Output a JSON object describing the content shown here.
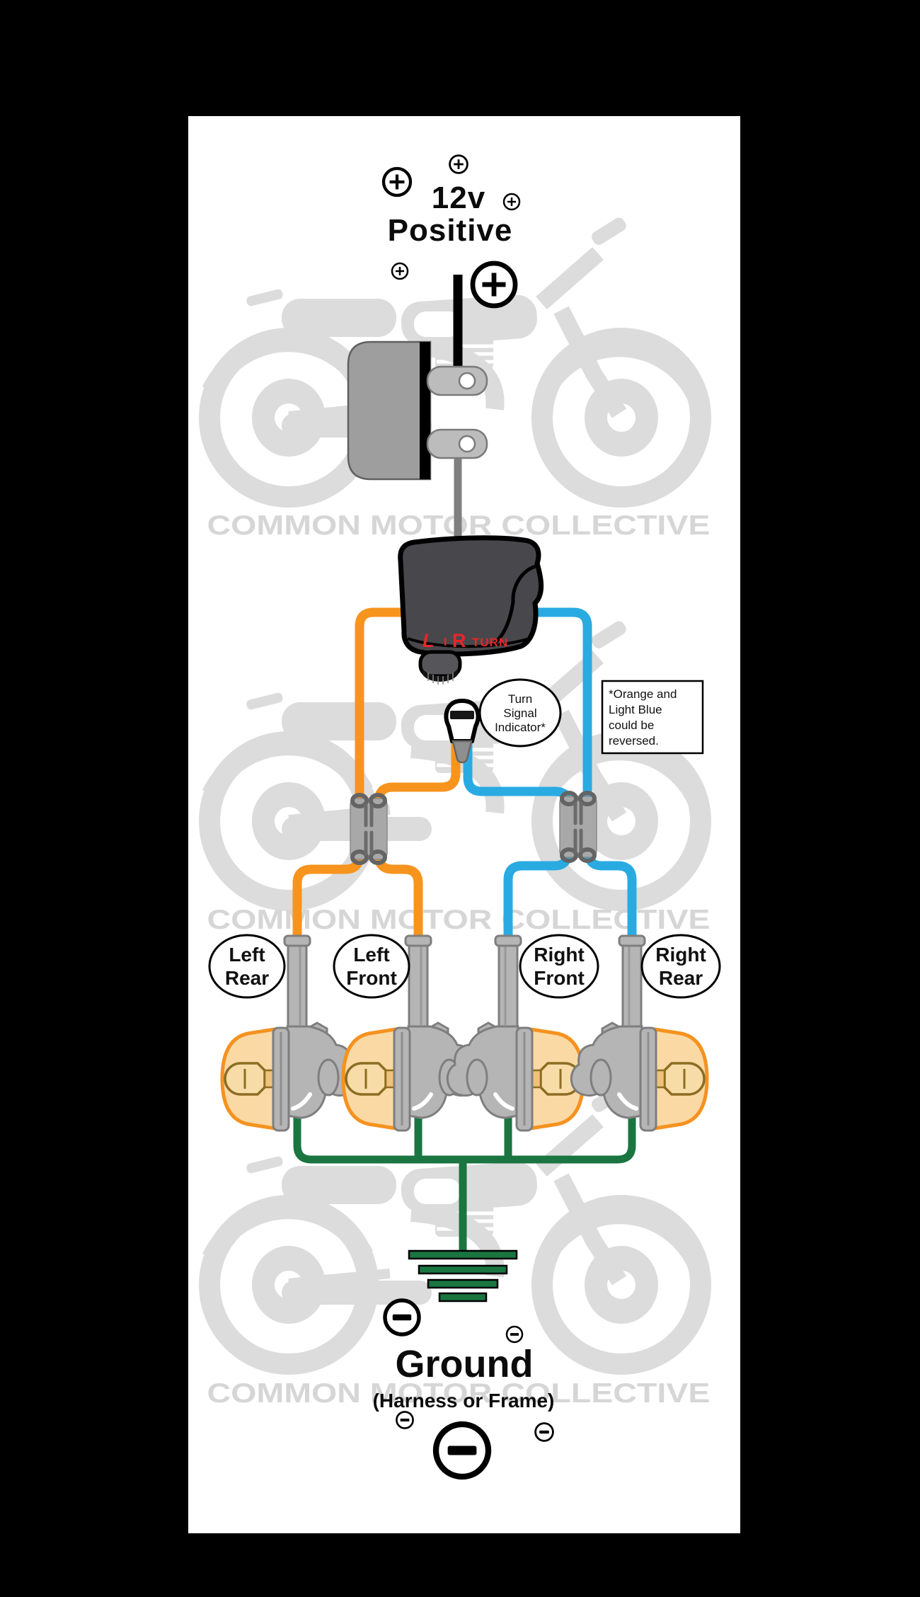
{
  "colors": {
    "canvas": "#000000",
    "panel": "#ffffff",
    "silhouette": "#DCDCDC",
    "watermark": "#D6D6D6",
    "orange": "#F7941E",
    "blue": "#29ABE2",
    "green": "#1A7540",
    "wire_gray": "#7F7F7F",
    "red": "#E62628",
    "metal": "#B5B5B5",
    "metal_stroke": "#7E7E7E",
    "lens_fill": "#FBD9A5",
    "lens_stroke": "#F5921F",
    "bulb_fill": "#F7DCA8",
    "bulb_stroke": "#8C6D22",
    "switch_body": "#48484C"
  },
  "title": {
    "voltage": "12v",
    "polarity": "Positive"
  },
  "watermark_text": "COMMON MOTOR COLLECTIVE",
  "flasher": {
    "l": "L",
    "i": "I",
    "r": "R",
    "turn": "TURN"
  },
  "indicator_oval": {
    "line1": "Turn",
    "line2": "Signal",
    "line3": "Indicator*"
  },
  "note_box": {
    "line1": "*Orange and",
    "line2": "Light Blue",
    "line3": "could be",
    "line4": "reversed."
  },
  "signals": {
    "left_rear": {
      "line1": "Left",
      "line2": "Rear"
    },
    "left_front": {
      "line1": "Left",
      "line2": "Front"
    },
    "right_front": {
      "line1": "Right",
      "line2": "Front"
    },
    "right_rear": {
      "line1": "Right",
      "line2": "Rear"
    }
  },
  "ground": {
    "title": "Ground",
    "subtitle": "(Harness or Frame)"
  }
}
